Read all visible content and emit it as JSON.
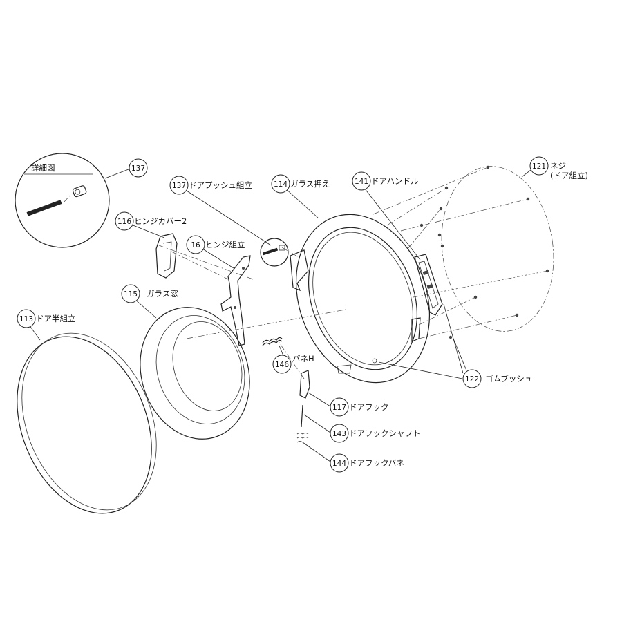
{
  "callouts": {
    "detail_title": "詳細図",
    "c137a": {
      "num": "137",
      "label": ""
    },
    "c137b": {
      "num": "137",
      "label": "ドアプッシュ組立"
    },
    "c114": {
      "num": "114",
      "label": "ガラス押え"
    },
    "c141": {
      "num": "141",
      "label": "ドアハンドル"
    },
    "c121": {
      "num": "121",
      "label": "ネジ",
      "label2": "(ドア組立)"
    },
    "c116": {
      "num": "116",
      "label": "ヒンジカバー2"
    },
    "c16": {
      "num": "16",
      "label": "ヒンジ組立"
    },
    "c115": {
      "num": "115",
      "label": "ガラス窓"
    },
    "c113": {
      "num": "113",
      "label": "ドア半組立"
    },
    "c146": {
      "num": "146",
      "label": "バネH"
    },
    "c122": {
      "num": "122",
      "label": "ゴムブッシュ"
    },
    "c117": {
      "num": "117",
      "label": "ドアフック"
    },
    "c143": {
      "num": "143",
      "label": "ドアフックシャフト"
    },
    "c144": {
      "num": "144",
      "label": "ドアフックバネ"
    }
  }
}
